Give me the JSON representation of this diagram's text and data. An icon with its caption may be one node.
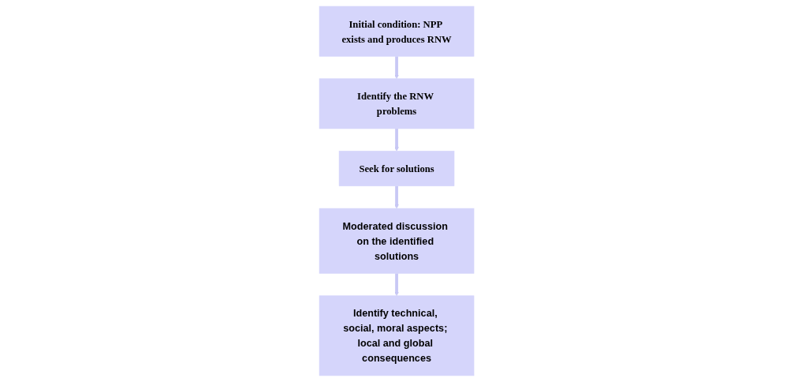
{
  "diagram": {
    "nodes": [
      {
        "text": [
          "Initial condition: NPP exists and produces RNW"
        ]
      },
      {
        "text": [
          "Identify the RNW problems"
        ]
      },
      {
        "text": [
          "Seek for solutions"
        ]
      },
      {
        "text": [
          "Moderated discussion on the identified solutions"
        ]
      },
      {
        "text": [
          "Identify technical, social, moral aspects; local and global consequences"
        ]
      }
    ],
    "edges": [
      {
        "from": 0,
        "to": 1,
        "arrow": "to"
      },
      {
        "from": 1,
        "to": 2,
        "arrow": "to"
      },
      {
        "from": 2,
        "to": 3,
        "arrow": "to"
      },
      {
        "from": 3,
        "to": 4,
        "arrow": "to"
      }
    ]
  }
}
